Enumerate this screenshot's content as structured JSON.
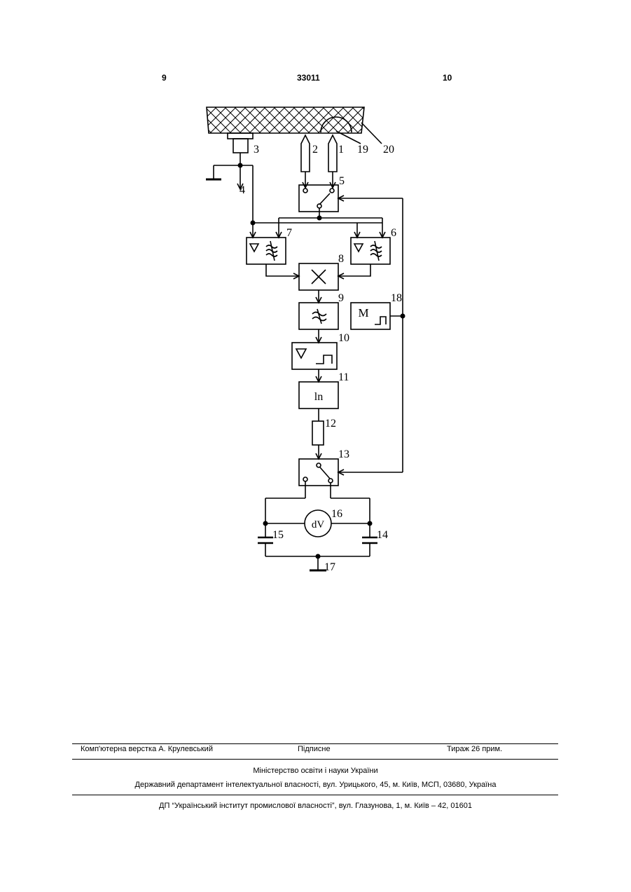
{
  "header": {
    "page_left": "9",
    "patent_number": "33011",
    "page_right": "10"
  },
  "diagram": {
    "labels": {
      "n1": "1",
      "n2": "2",
      "n3": "3",
      "n4": "4",
      "n5": "5",
      "n6": "6",
      "n7": "7",
      "n8": "8",
      "n9": "9",
      "n10": "10",
      "n11": "11",
      "n12": "12",
      "n13": "13",
      "n14": "14",
      "n15": "15",
      "n16": "16",
      "n17": "17",
      "n18": "18",
      "n19": "19",
      "n20": "20"
    },
    "blocks": {
      "log_label": "ln",
      "voltmeter_label": "dV",
      "modulator_label": "M"
    }
  },
  "footer": {
    "layout": "Комп'ютерна верстка А. Крулевський",
    "signed": "Підписне",
    "circulation": "Тираж 26 прим.",
    "ministry": "Міністерство освіти і науки України",
    "department": "Державний департамент інтелектуальної власності, вул. Урицького, 45, м. Київ, МСП, 03680, Україна",
    "institute": "ДП “Український інститут промислової власності”, вул. Глазунова, 1, м. Київ – 42, 01601"
  }
}
